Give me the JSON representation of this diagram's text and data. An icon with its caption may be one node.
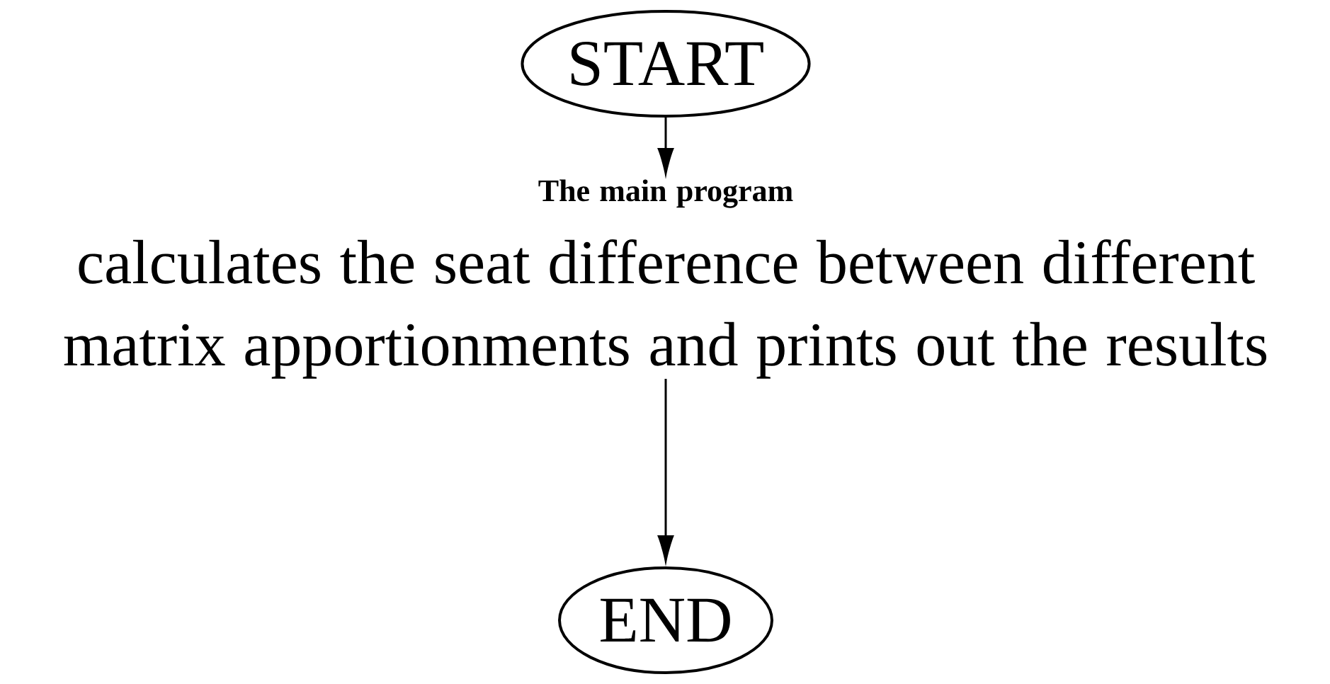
{
  "diagram": {
    "nodes": [
      {
        "text": [
          "START"
        ]
      },
      {
        "text": [
          "The main program",
          "calculates the seat difference between different matrix apportionments and prints out the results"
        ]
      },
      {
        "text": [
          "END"
        ]
      }
    ],
    "edges": [
      {
        "from": 0,
        "to": 1,
        "arrow": "to"
      },
      {
        "from": 1,
        "to": 2,
        "arrow": "to"
      }
    ]
  }
}
